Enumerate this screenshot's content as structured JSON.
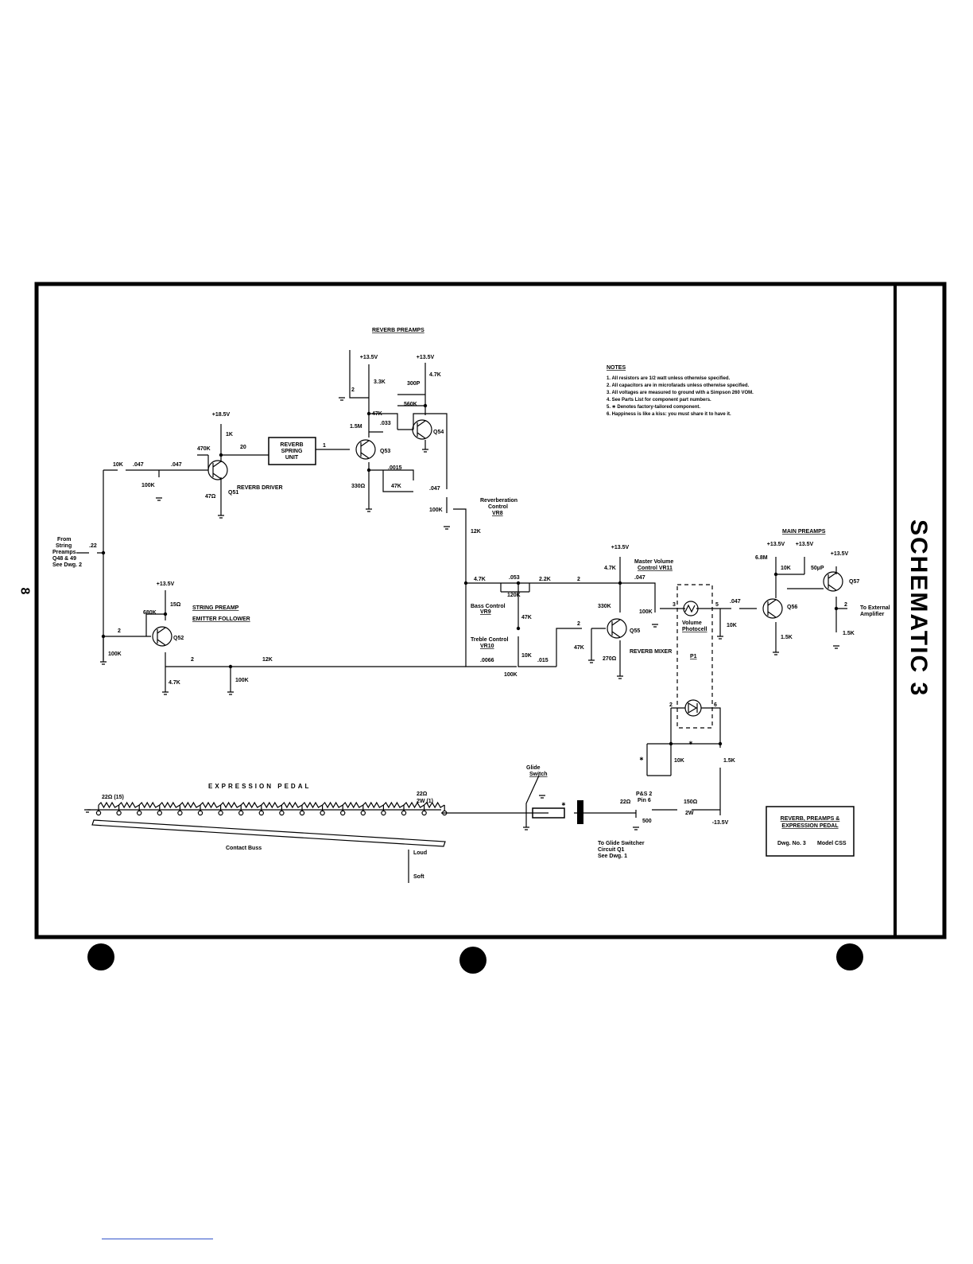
{
  "sheet": {
    "side_title": "SCHEMATIC 3",
    "page_number": "8"
  },
  "sections": {
    "reverb_preamps": "REVERB PREAMPS",
    "main_preamps": "MAIN PREAMPS",
    "expression_pedal": "EXPRESSION PEDAL",
    "reverb_driver": "REVERB DRIVER",
    "string_preamp": "STRING PREAMP",
    "emitter_follower": "EMITTER FOLLOWER",
    "reverb_mixer": "REVERB MIXER"
  },
  "notes": {
    "heading": "NOTES",
    "items": [
      "1. All resistors are 1/2 watt unless otherwise specified.",
      "2. All capacitors are in microfarads unless otherwise specified.",
      "3. All voltages are measured to ground with a Simpson 260 VOM.",
      "4. See Parts List for component part numbers.",
      "5. ∗ Denotes factory-tailored component.",
      "6. Happiness is like a kiss: you must share it to have it."
    ]
  },
  "blocks": {
    "spring_unit": [
      "REVERB",
      "SPRING",
      "UNIT"
    ]
  },
  "controls": {
    "reverb_control": [
      "Reverberation",
      "Control",
      "VR8"
    ],
    "master_volume": [
      "Master Volume",
      "Control VR11"
    ],
    "bass_control": [
      "Bass Control",
      "VR9"
    ],
    "treble_control": [
      "Treble Control",
      "VR10"
    ],
    "volume_photocell": [
      "Volume",
      "Photocell"
    ],
    "p1": "P1"
  },
  "transistors": [
    "Q51",
    "Q52",
    "Q53",
    "Q54",
    "Q55",
    "Q56",
    "Q57"
  ],
  "supplies": {
    "v18": "+18.5V",
    "v13": "+13.5V",
    "vneg": "-13.5V"
  },
  "inputs": {
    "from_string": [
      "From",
      "String",
      "Preamps",
      "Q48 & 49",
      "See Dwg. 2"
    ]
  },
  "outputs": {
    "external": [
      "To External",
      "Amplifier"
    ]
  },
  "pedal": {
    "res_first": "22Ω (15)",
    "res_last": "22Ω",
    "res_last_rating": "2W (1)",
    "contact_buss": "Contact Buss",
    "loud": "Loud",
    "soft": "Soft",
    "glide_switch": [
      "Glide",
      "Switch"
    ],
    "glide_switcher": [
      "To Glide Switcher",
      "Circuit Q1",
      "See Dwg. 1"
    ],
    "ps_pin": [
      "P&S 2",
      "Pin 6"
    ],
    "r22": "22Ω",
    "r150": "150Ω",
    "r150_rating": "2W",
    "c500": "500",
    "star": "∗"
  },
  "values": {
    "r10k": "10K",
    "c047": ".047",
    "r100k": "100K",
    "r470k": "470K",
    "r1k": "1K",
    "c20": "20",
    "r47": "47Ω",
    "c1": "1",
    "r33k": "3.3K",
    "c2": "2",
    "r47k": "47K",
    "r15m": "1.5M",
    "c033": ".033",
    "r560k": "560K",
    "c300p": "300P",
    "r47k_small": "4.7K",
    "r330": "330Ω",
    "c0015": ".0015",
    "c22": ".22",
    "r12k": "12K",
    "r680k": "680K",
    "r15": "15Ω",
    "r270": "270Ω",
    "r330k": "330K",
    "c053": ".053",
    "r22k": "2.2K",
    "r120k": "120K",
    "c0066": ".0066",
    "c015": ".015",
    "r68m": "6.8M",
    "c50p": "50µP",
    "r15k": "1.5K",
    "pin3": "3",
    "pin5": "5",
    "pin2": "2",
    "pin6": "6"
  },
  "title_block": {
    "title": [
      "REVERB, PREAMPS &",
      "EXPRESSION PEDAL"
    ],
    "dwg": "Dwg. No. 3",
    "model": "Model CSS"
  }
}
